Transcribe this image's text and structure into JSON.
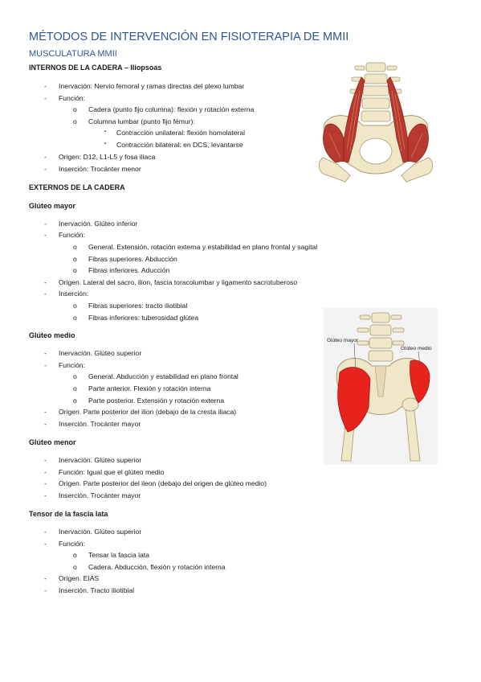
{
  "document": {
    "title": "MÉTODOS DE INTERVENCIÓN EN FISIOTERAPIA DE MMII",
    "subtitle": "MUSCULATURA MMII"
  },
  "bullets": {
    "dash": "-",
    "circle": "o",
    "square": "▪"
  },
  "internos": {
    "heading": "INTERNOS DE LA CADERA – Iliopsoas",
    "inervacion": "Inervación: Nervio femoral y ramas directas del plexo lumbar",
    "funcion": "Función:",
    "cadera": "Cadera (punto fijo columna): flexión y rotación externa",
    "columna": "Columna lumbar (punto fijo fémur):",
    "unilateral": "Contracción unilateral: flexión homolateral",
    "bilateral": "Contracción bilateral: en DCS, levantarse",
    "origen": "Origen: D12, L1-L5 y fosa iliaca",
    "insercion": "Inserción: Trocánter menor"
  },
  "externos": {
    "heading": "EXTERNOS DE LA CADERA"
  },
  "gluteo_mayor": {
    "heading": "Glúteo mayor",
    "inervacion": "Inervación. Glúteo inferior",
    "funcion": "Función:",
    "general": "General. Extensión, rotación externa y estabilidad en plano frontal y sagital",
    "superiores": "Fibras superiores. Abducción",
    "inferiores": "Fibras inferiores. Aducción",
    "origen": "Origen. Lateral del sacro, ilion, fascia toracolumbar y ligamento sacrotuberoso",
    "insercion": "Inserción:",
    "ins_sup": "Fibras superiores: tracto iliotibial",
    "ins_inf": "Fibras inferiores: tuberosidad glútea"
  },
  "gluteo_medio": {
    "heading": "Glúteo medio",
    "inervacion": "Inervación. Glúteo superior",
    "funcion": "Función:",
    "general": "General. Abducción y estabilidad en plano frontal",
    "anterior": "Parte anterior. Flexión y rotación interna",
    "posterior": "Parte posterior. Extensión y rotación externa",
    "origen": "Origen. Parte posterior del ilion (debajo de la cresta iliaca)",
    "insercion": "Inserción. Trocánter mayor"
  },
  "gluteo_menor": {
    "heading": "Glúteo menor",
    "inervacion": "Inervación. Glúteo superior",
    "funcion": "Función: Igual que el glúteo medio",
    "origen": "Origen. Parte posterior del ileon (debajo del origen de glúteo medio)",
    "insercion": "Inserción. Trocánter mayor"
  },
  "tensor": {
    "heading": "Tensor de la fascia lata",
    "inervacion": "Inervación. Glúteo superior",
    "funcion": "Función:",
    "tensar": "Tensar la fascia lata",
    "cadera": "Cadera. Abducción, flexión y rotación interna",
    "origen": "Origen. EIAS",
    "insercion": "Inserción. Tracto iliotibial"
  },
  "figure2": {
    "label_mayor": "Glúteo mayor",
    "label_medio": "Glúteo medio"
  },
  "colors": {
    "title_blue": "#2f5496",
    "muscle_red": "#c0392b",
    "bone": "#f0e6c8"
  }
}
